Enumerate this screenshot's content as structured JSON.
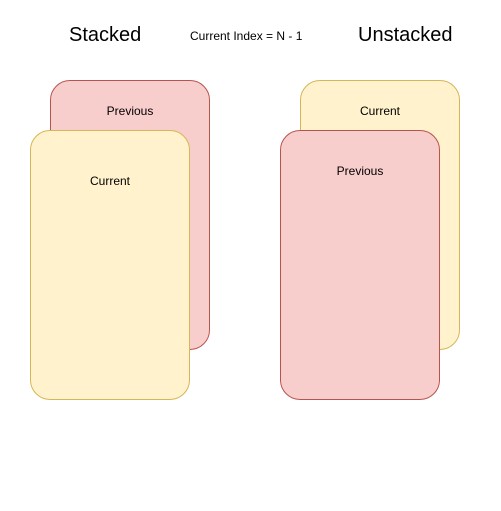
{
  "headings": {
    "stacked": "Stacked",
    "current_index": "Current Index = N - 1",
    "unstacked": "Unstacked"
  },
  "stacked": {
    "back_card": {
      "label": "Previous"
    },
    "front_card": {
      "label": "Current"
    }
  },
  "unstacked": {
    "back_card": {
      "label": "Current"
    },
    "front_card": {
      "label": "Previous"
    }
  },
  "colors": {
    "previous_fill": "#f8cecc",
    "previous_stroke": "#b85450",
    "current_fill": "#fff2cc",
    "current_stroke": "#d6b656"
  }
}
